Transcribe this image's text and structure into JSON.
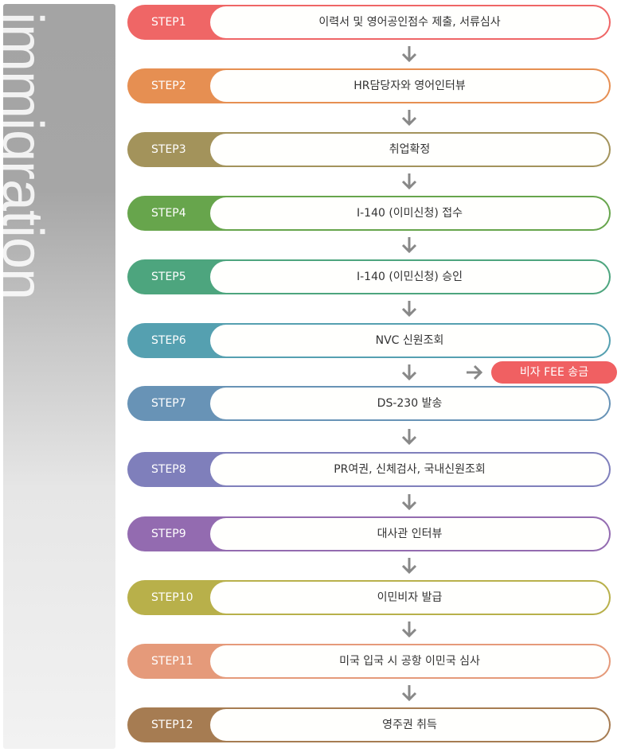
{
  "sidebar": {
    "title": "immigration"
  },
  "steps": [
    {
      "label": "STEP1",
      "text": "이력서 및 영어공인점수 제출, 서류심사",
      "color": "#ef6666"
    },
    {
      "label": "STEP2",
      "text": "HR담당자와 영어인터뷰",
      "color": "#e68f52"
    },
    {
      "label": "STEP3",
      "text": "취업확정",
      "color": "#a3935b"
    },
    {
      "label": "STEP4",
      "text": "I-140 (이미신청) 접수",
      "color": "#67a54c"
    },
    {
      "label": "STEP5",
      "text": "I-140 (이민신청) 승인",
      "color": "#4da57e"
    },
    {
      "label": "STEP6",
      "text": "NVC 신원조회",
      "color": "#55a0b0"
    },
    {
      "label": "STEP7",
      "text": "DS-230 발송",
      "color": "#6893b6"
    },
    {
      "label": "STEP8",
      "text": "PR여권, 신체검사, 국내신원조회",
      "color": "#7f7fbb"
    },
    {
      "label": "STEP9",
      "text": "대사관 인터뷰",
      "color": "#936bb0"
    },
    {
      "label": "STEP10",
      "text": "이민비자 발급",
      "color": "#b8b04a"
    },
    {
      "label": "STEP11",
      "text": "미국 입국 시 공항 이민국 심사",
      "color": "#e59a7a"
    },
    {
      "label": "STEP12",
      "text": "영주권 취득",
      "color": "#a67c52"
    }
  ],
  "side_note": {
    "text": "비자 FEE 송금",
    "color": "#f06062"
  }
}
